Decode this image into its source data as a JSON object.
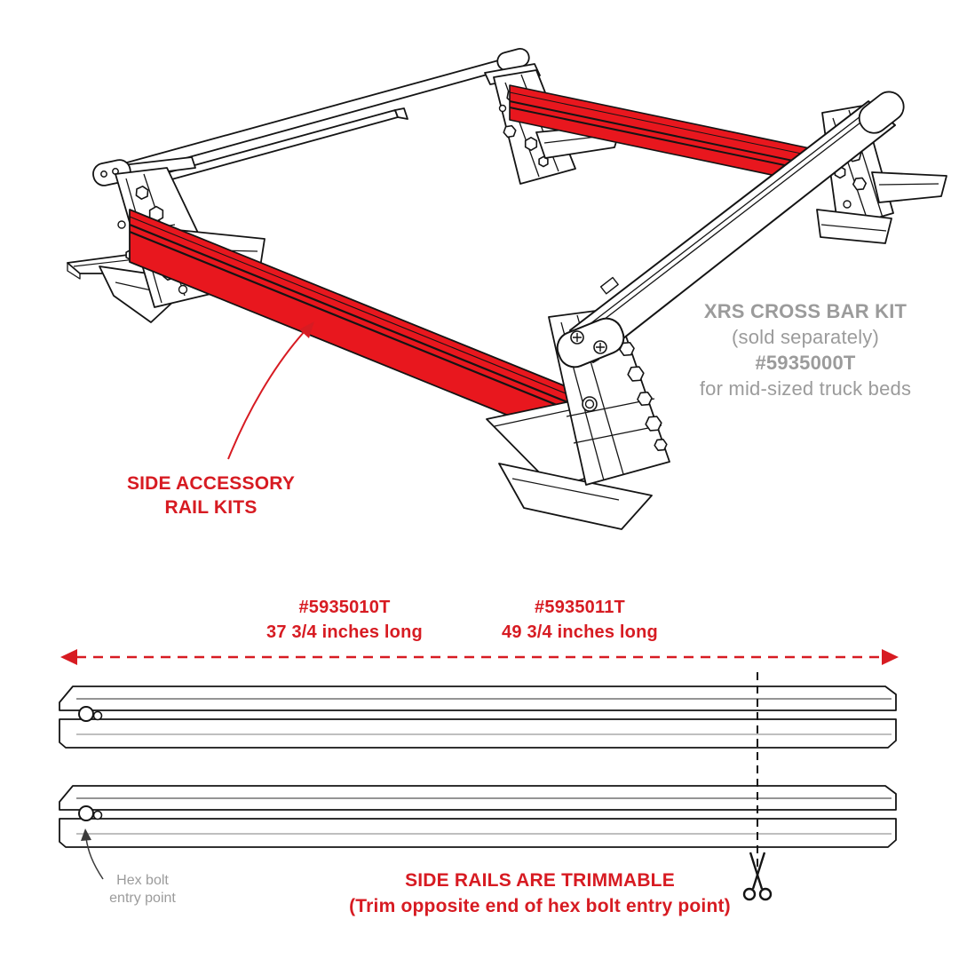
{
  "product_diagram": {
    "cross_bar_kit": {
      "title": "XRS CROSS BAR KIT",
      "availability": "(sold separately)",
      "part_number": "#5935000T",
      "fitment": "for mid-sized truck beds"
    },
    "side_rail_kit": {
      "label_line1": "SIDE ACCESSORY",
      "label_line2": "RAIL KITS"
    },
    "rail_options": [
      {
        "part_number": "#5935010T",
        "length": "37 3/4 inches long"
      },
      {
        "part_number": "#5935011T",
        "length": "49 3/4 inches long"
      }
    ],
    "hex_bolt_note": {
      "line1": "Hex bolt",
      "line2": "entry point"
    },
    "trim_note": {
      "line1": "SIDE RAILS ARE TRIMMABLE",
      "line2": "(Trim opposite end of hex bolt entry point)"
    },
    "icons": {
      "scissors_icon": "✂"
    },
    "colors": {
      "accent_red": "#D71B22",
      "rail_red": "#E8171E",
      "text_gray": "#9B9B9B",
      "outline_black": "#141414"
    }
  }
}
